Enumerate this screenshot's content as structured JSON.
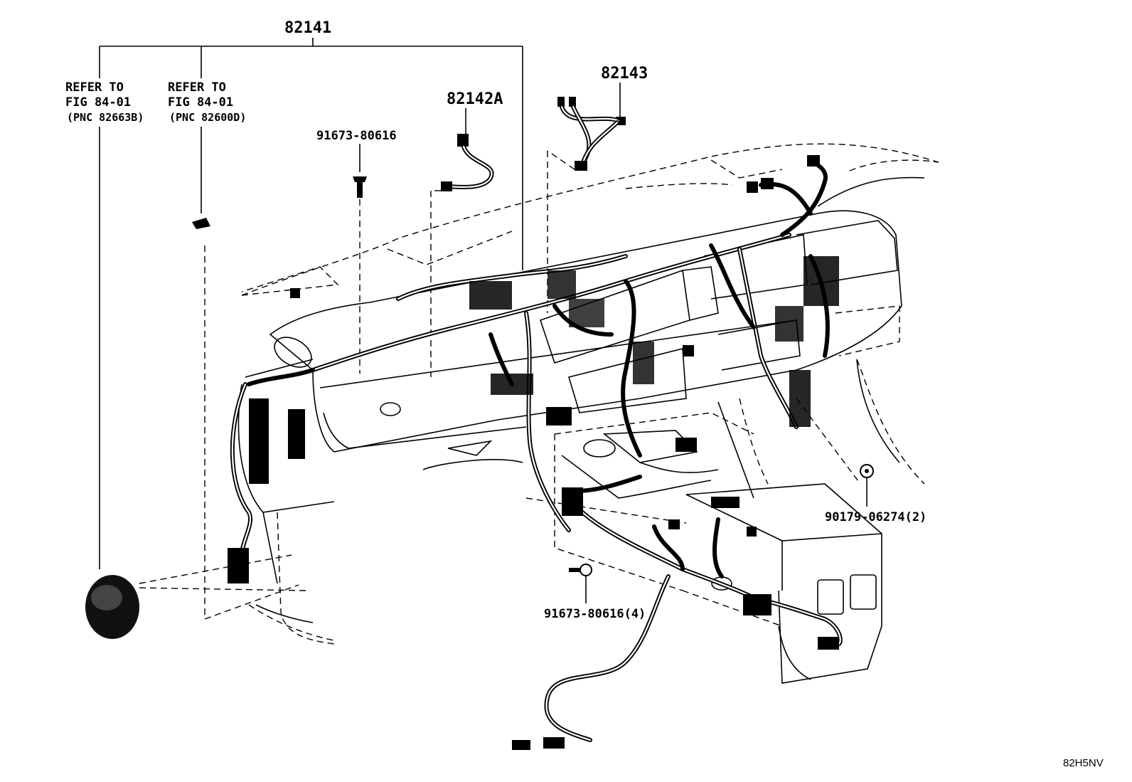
{
  "diagram": {
    "main_part_number": "82141",
    "refer_left": {
      "line1": "REFER TO",
      "line2": "FIG 84-01",
      "line3": "(PNC 82663B)"
    },
    "refer_right": {
      "line1": "REFER TO",
      "line2": "FIG 84-01",
      "line3": "(PNC 82600D)"
    },
    "part_82142a": "82142A",
    "part_82143": "82143",
    "bolt_top": "91673-80616",
    "bolt_bottom": "91673-80616(4)",
    "clip": "90179-06274(2)",
    "illustration_code": "82H5NV"
  }
}
